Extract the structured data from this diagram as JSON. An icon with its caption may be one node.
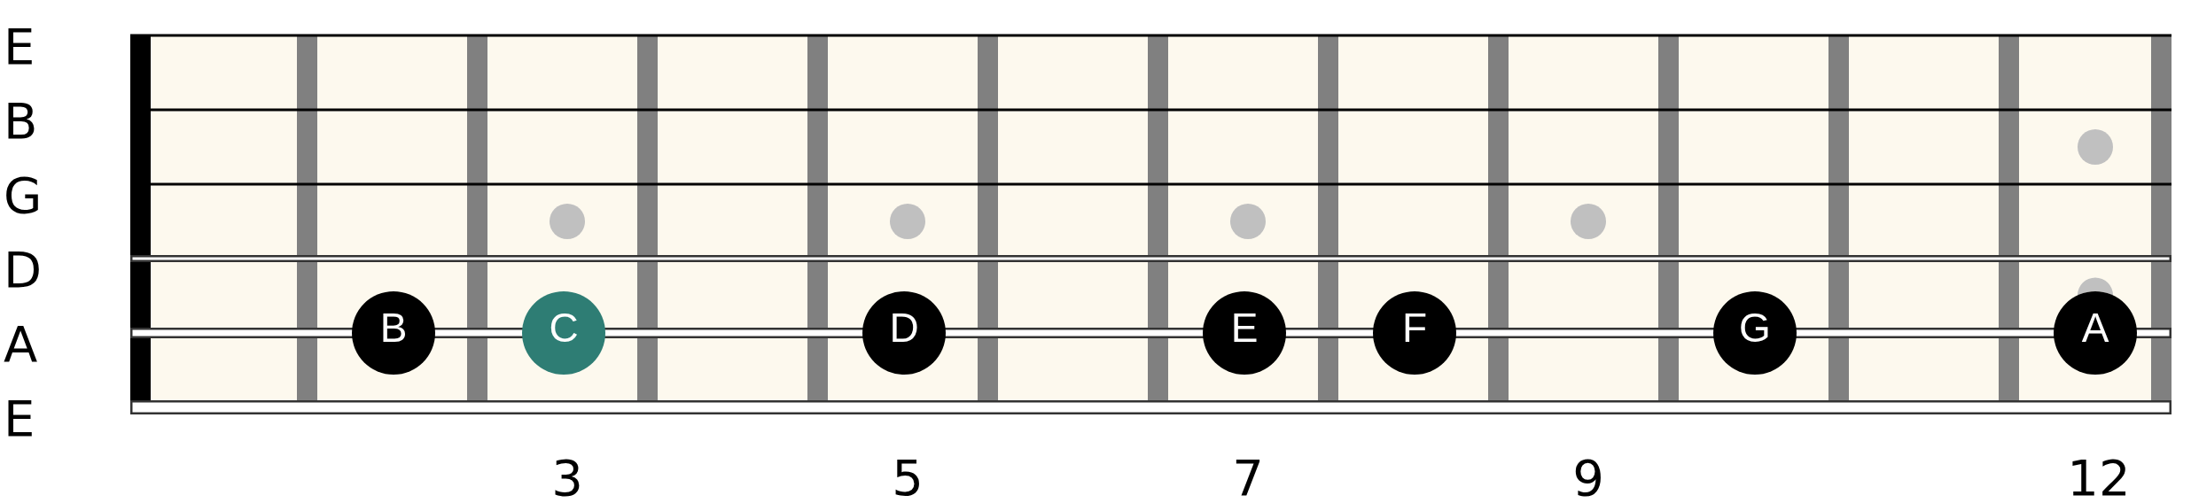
{
  "diagram": {
    "nodes": [
      {
        "text": [
          "B"
        ]
      },
      {
        "text": [
          "C"
        ]
      },
      {
        "text": [
          "D"
        ]
      },
      {
        "text": [
          "E"
        ]
      },
      {
        "text": [
          "F"
        ]
      },
      {
        "text": [
          "G"
        ]
      },
      {
        "text": [
          "A"
        ]
      }
    ],
    "labels": [
      "E",
      "B",
      "G",
      "D",
      "A",
      "E",
      "3",
      "5",
      "7",
      "9",
      "12"
    ]
  }
}
